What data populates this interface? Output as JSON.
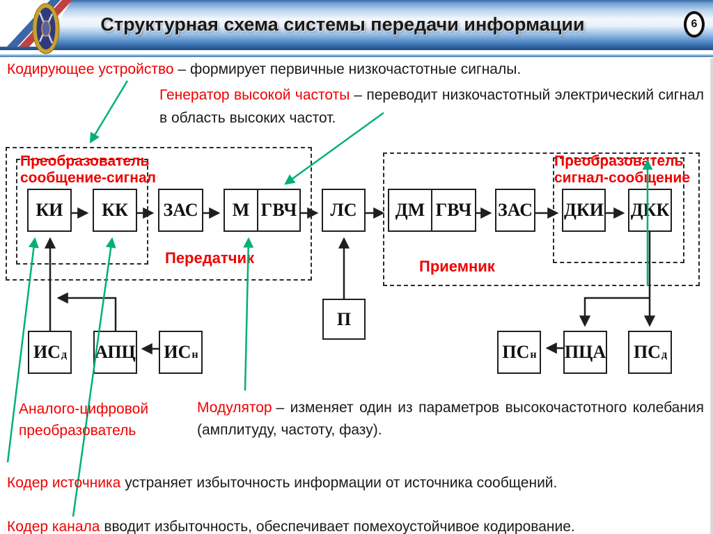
{
  "header": {
    "title": "Структурная схема системы передачи информации",
    "page_number": "6"
  },
  "colors": {
    "accent_red": "#f00000",
    "arrow_green": "#00b078",
    "diagram_black": "#1f1f1f",
    "header_blue": "#4a86c8"
  },
  "annotations": {
    "coding_device": {
      "term": "Кодирующее устройство",
      "definition": "– формирует первичные низкочастотные сигналы."
    },
    "hf_generator": {
      "term": "Генератор высокой частоты",
      "definition": "– переводит низкочастотный электрический сигнал в область высоких частот."
    },
    "adc_label": {
      "line1": "Аналого-цифровой",
      "line2": "преобразователь"
    },
    "modulator": {
      "term": "Модулятор",
      "definition": "– изменяет один из параметров высокочастотного колебания (амплитуду, частоту, фазу)."
    },
    "source_coder": {
      "term": "Кодер источника",
      "definition": "устраняет избыточность информации от источника сообщений."
    },
    "channel_coder": {
      "term": "Кодер канала",
      "definition": "вводит избыточность, обеспечивает помехоустойчивое кодирование."
    }
  },
  "diagram": {
    "labels": {
      "transmitter": "Передатчик",
      "receiver": "Приемник",
      "msg_to_signal": {
        "line1": "Преобразователь",
        "line2": "сообщение-сигнал"
      },
      "signal_to_msg": {
        "line1": "Преобразователь",
        "line2": "сигнал-сообщение"
      }
    },
    "boxes": {
      "ki": "КИ",
      "kk": "КК",
      "zas_tx": "ЗАС",
      "m": "М",
      "gvch_tx": "ГВЧ",
      "ls": "ЛС",
      "dm": "ДМ",
      "gvch_rx": "ГВЧ",
      "zas_rx": "ЗАС",
      "dki": "ДКИ",
      "dkk": "ДКК",
      "p": "П",
      "is_d": {
        "main": "ИС",
        "sub": "д"
      },
      "apc": "АПЦ",
      "is_n": {
        "main": "ИС",
        "sub": "н"
      },
      "ps_n": {
        "main": "ПС",
        "sub": "н"
      },
      "pca": "ПЦА",
      "ps_d": {
        "main": "ПС",
        "sub": "д"
      }
    }
  }
}
